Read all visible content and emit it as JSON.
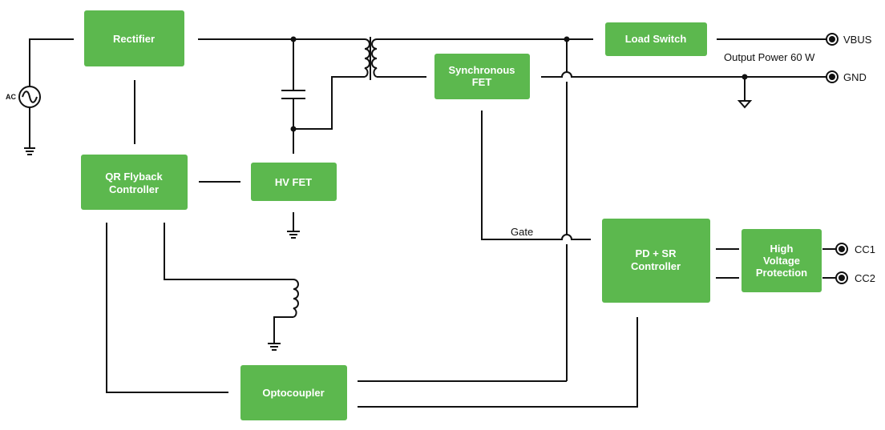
{
  "blocks": {
    "rectifier": "Rectifier",
    "qr_flyback": [
      "QR Flyback",
      "Controller"
    ],
    "hv_fet": "HV FET",
    "synchronous_fet": [
      "Synchronous",
      "FET"
    ],
    "load_switch": "Load Switch",
    "pd_sr_controller": [
      "PD + SR",
      "Controller"
    ],
    "high_voltage_protection": [
      "High",
      "Voltage",
      "Protection"
    ],
    "optocoupler": "Optocoupler"
  },
  "labels": {
    "ac": "AC",
    "vbus": "VBUS",
    "gnd": "GND",
    "cc1": "CC1",
    "cc2": "CC2",
    "gate": "Gate",
    "output_power": "Output Power 60 W"
  },
  "colors": {
    "block_fill": "#5cb84e",
    "block_text": "#ffffff",
    "wire": "#111111"
  }
}
